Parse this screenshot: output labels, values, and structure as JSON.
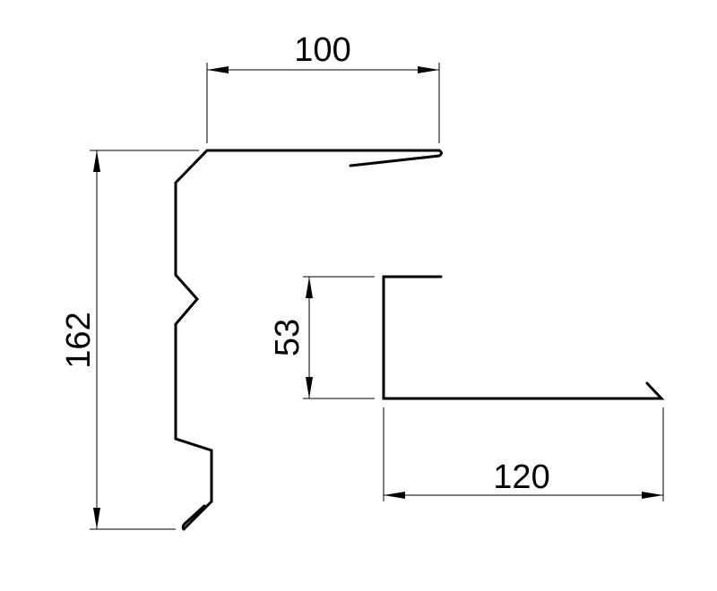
{
  "dimensions": {
    "top_width": "100",
    "left_height": "162",
    "right_step_height": "53",
    "bottom_width": "120"
  },
  "colors": {
    "stroke": "#000000",
    "background": "#ffffff"
  }
}
